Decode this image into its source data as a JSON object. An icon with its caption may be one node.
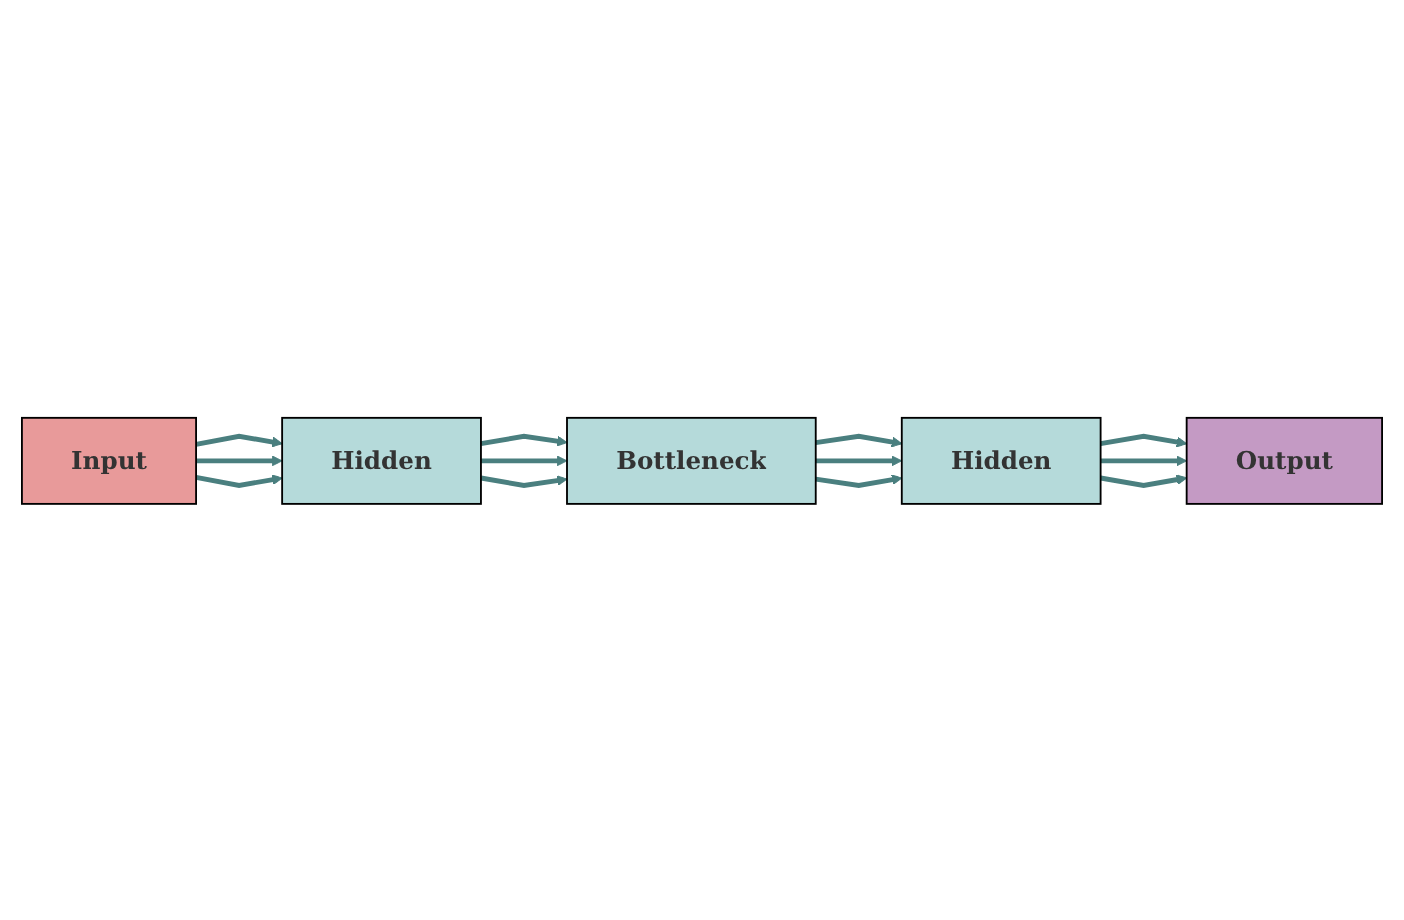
{
  "diagram": {
    "nodes": [
      {
        "text": [
          "Input"
        ]
      },
      {
        "text": [
          "Hidden"
        ]
      },
      {
        "text": [
          "Bottleneck"
        ]
      },
      {
        "text": [
          "Hidden"
        ]
      },
      {
        "text": [
          "Output"
        ]
      }
    ],
    "edges": [
      {
        "from": 0,
        "to": 1,
        "arrow": "to"
      },
      {
        "from": 0,
        "to": 1,
        "arrow": "to"
      },
      {
        "from": 0,
        "to": 1,
        "arrow": "to"
      },
      {
        "from": 1,
        "to": 2,
        "arrow": "to"
      },
      {
        "from": 1,
        "to": 2,
        "arrow": "to"
      },
      {
        "from": 1,
        "to": 2,
        "arrow": "to"
      },
      {
        "from": 2,
        "to": 3,
        "arrow": "to"
      },
      {
        "from": 2,
        "to": 3,
        "arrow": "to"
      },
      {
        "from": 2,
        "to": 3,
        "arrow": "to"
      },
      {
        "from": 3,
        "to": 4,
        "arrow": "to"
      },
      {
        "from": 3,
        "to": 4,
        "arrow": "to"
      },
      {
        "from": 3,
        "to": 4,
        "arrow": "to"
      }
    ]
  }
}
